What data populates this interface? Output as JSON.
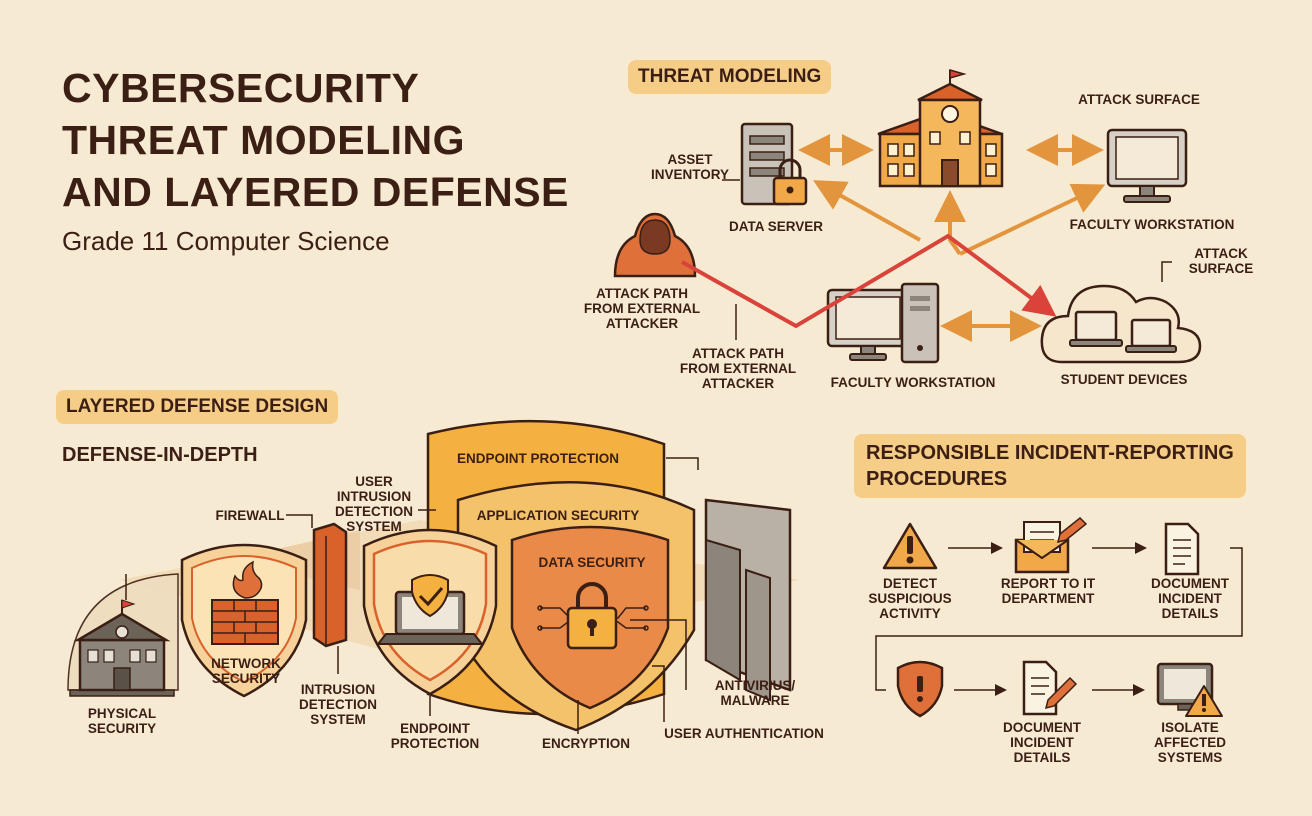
{
  "header": {
    "title": "CYBERSECURITY\nTHREAT MODELING\nAND LAYERED DEFENSE",
    "subtitle": "Grade 11 Computer Science"
  },
  "threat_modeling": {
    "heading": "THREAT MODELING",
    "labels": {
      "asset_inventory": "ASSET\nINVENTORY",
      "data_server": "DATA SERVER",
      "attack_surface_top": "ATTACK SURFACE",
      "faculty_workstation_top": "FACULTY WORKSTATION",
      "attack_surface_right": "ATTACK\nSURFACE",
      "attack_path_1": "ATTACK PATH\nFROM EXTERNAL\nATTACKER",
      "attack_path_2": "ATTACK PATH\nFROM EXTERNAL\nATTACKER",
      "faculty_workstation_bottom": "FACULTY WORKSTATION",
      "student_devices": "STUDENT DEVICES"
    }
  },
  "layered_defense": {
    "heading": "LAYERED DEFENSE DESIGN",
    "subheading": "DEFENSE-IN-DEPTH",
    "labels": {
      "firewall": "FIREWALL",
      "user_ids": "USER\nINTRUSION\nDETECTION\nSYSTEM",
      "endpoint_protection_top": "ENDPOINT PROTECTION",
      "application_security": "APPLICATION SECURITY",
      "data_security": "DATA SECURITY",
      "physical_security": "PHYSICAL\nSECURITY",
      "network_security": "NETWORK\nSECURITY",
      "intrusion_detection": "INTRUSION\nDETECTION\nSYSTEM",
      "endpoint_protection_bottom": "ENDPOINT\nPROTECTION",
      "encryption": "ENCRYPTION",
      "user_authentication": "USER AUTHENTICATION",
      "antivirus": "ANTIVIRIUS/\nMALWARE"
    }
  },
  "incident": {
    "heading": "RESPONSIBLE INCIDENT-REPORTING\nPROCEDURES",
    "steps": [
      "DETECT\nSUSPICIOUS\nACTIVITY",
      "REPORT TO IT\nDEPARTMENT",
      "DOCUMENT\nINCIDENT\nDETAILS",
      "DOCUMENT\nINCIDENT\nDETAILS",
      "ISOLATE\nAFFECTED\nSYSTEMS"
    ]
  },
  "colors": {
    "background": "#f7ead3",
    "orange": "#f0a848",
    "dark_orange": "#d9622b",
    "attack_red": "#d9433a",
    "pill": "#f6cd86"
  }
}
